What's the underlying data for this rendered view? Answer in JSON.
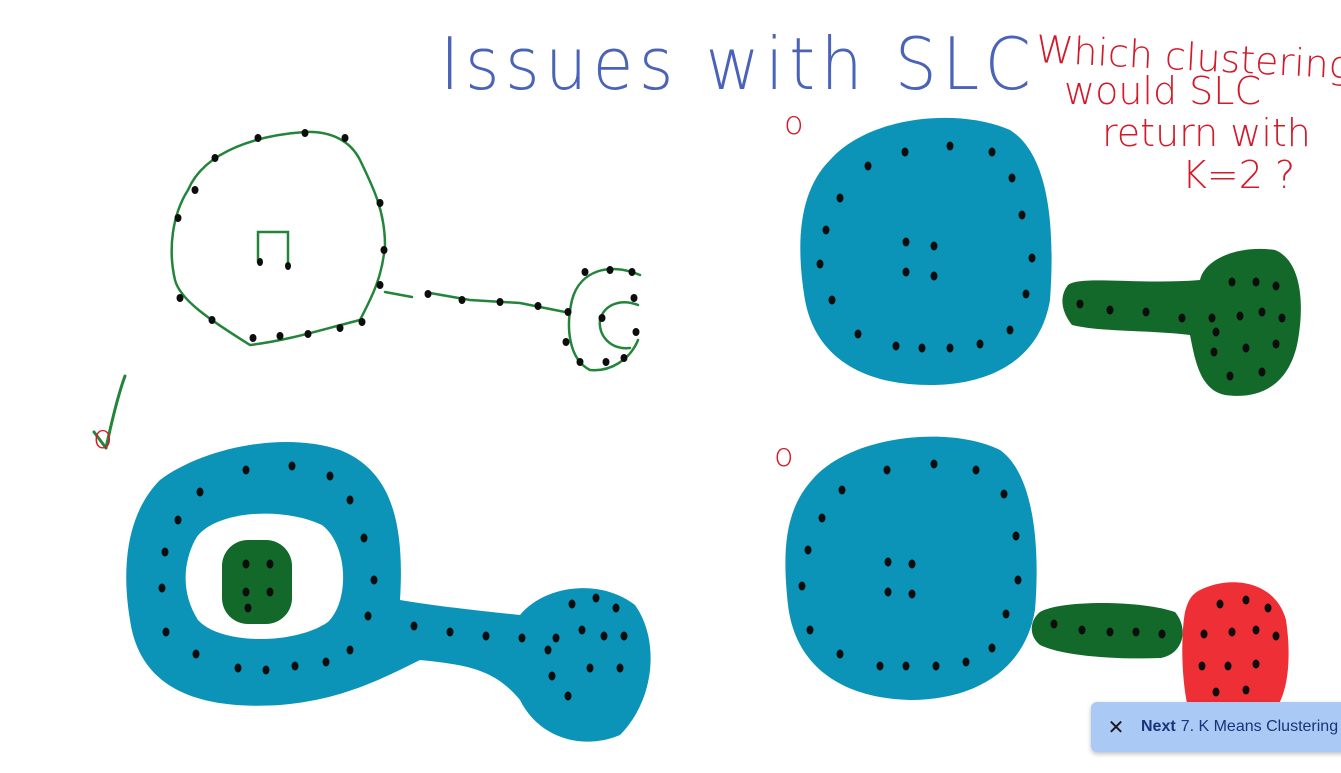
{
  "slide": {
    "title": "Issues with SLC",
    "question": [
      "Which clustering",
      "would SLC",
      "return with",
      "K=2 ?"
    ],
    "options": [
      {
        "mark": "o",
        "checked": false
      },
      {
        "mark": "o",
        "checked": true
      },
      {
        "mark": "o",
        "checked": false
      }
    ],
    "colors": {
      "title_ink": "#4a63b8",
      "question_ink": "#d21a2a",
      "cluster_blue": "#0b93b8",
      "cluster_green": "#13692a",
      "cluster_red": "#ef2f36",
      "chain_green": "#22853a",
      "point": "#0d0d0d"
    }
  },
  "next_bar": {
    "close_icon": "close-icon",
    "close_glyph": "✕",
    "label": "Next",
    "title": "7. K Means Clustering"
  }
}
